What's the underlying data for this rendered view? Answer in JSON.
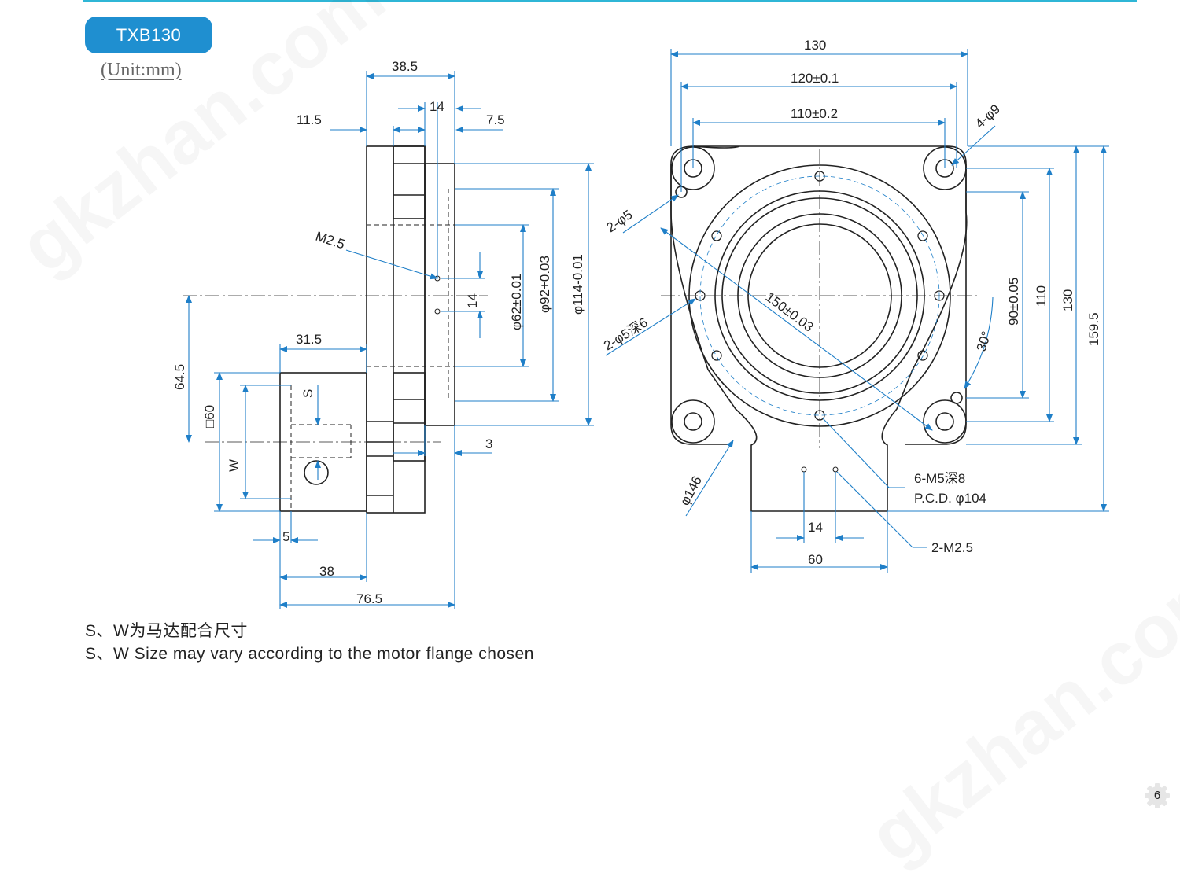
{
  "header": {
    "model": "TXB130",
    "unit": "(Unit:mm)"
  },
  "side_view": {
    "dims": {
      "d_38_5": "38.5",
      "d_14_top": "14",
      "d_11_5": "11.5",
      "d_7_5": "7.5",
      "m2_5": "M2.5",
      "d_14_mid": "14",
      "phi62": "φ62±0.01",
      "phi92": "φ92+0.03",
      "phi114": "φ114-0.01",
      "d_64_5": "64.5",
      "d_31_5": "31.5",
      "sq60": "□60",
      "w": "W",
      "s": "S",
      "d_3": "3",
      "d_5": "5",
      "d_38": "38",
      "d_76_5": "76.5"
    }
  },
  "front_view": {
    "dims": {
      "d_130_top": "130",
      "d_120": "120±0.1",
      "d_110_top": "110±0.2",
      "holes_4": "4-φ9",
      "holes_2": "2-φ5",
      "holes_2_deep": "2-φ5深6",
      "d_150": "150±0.03",
      "angle": "30°",
      "d_90": "90±0.05",
      "d_110_side": "110",
      "d_130_side": "130",
      "d_159_5": "159.5",
      "phi146": "φ146",
      "m5": "6-M5深8",
      "pcd": "P.C.D. φ104",
      "d_14_bottom": "14",
      "m2_5_bottom": "2-M2.5",
      "d_60": "60"
    }
  },
  "notes": {
    "cn": "S、W为马达配合尺寸",
    "en": "S、W Size may vary according to the motor flange chosen"
  },
  "page_number": "6",
  "watermark": "gkzhan.com",
  "colors": {
    "accent": "#1f8fd0",
    "dimension": "#1f7fc8",
    "outline": "#222222",
    "rule": "#2fb6d6"
  }
}
